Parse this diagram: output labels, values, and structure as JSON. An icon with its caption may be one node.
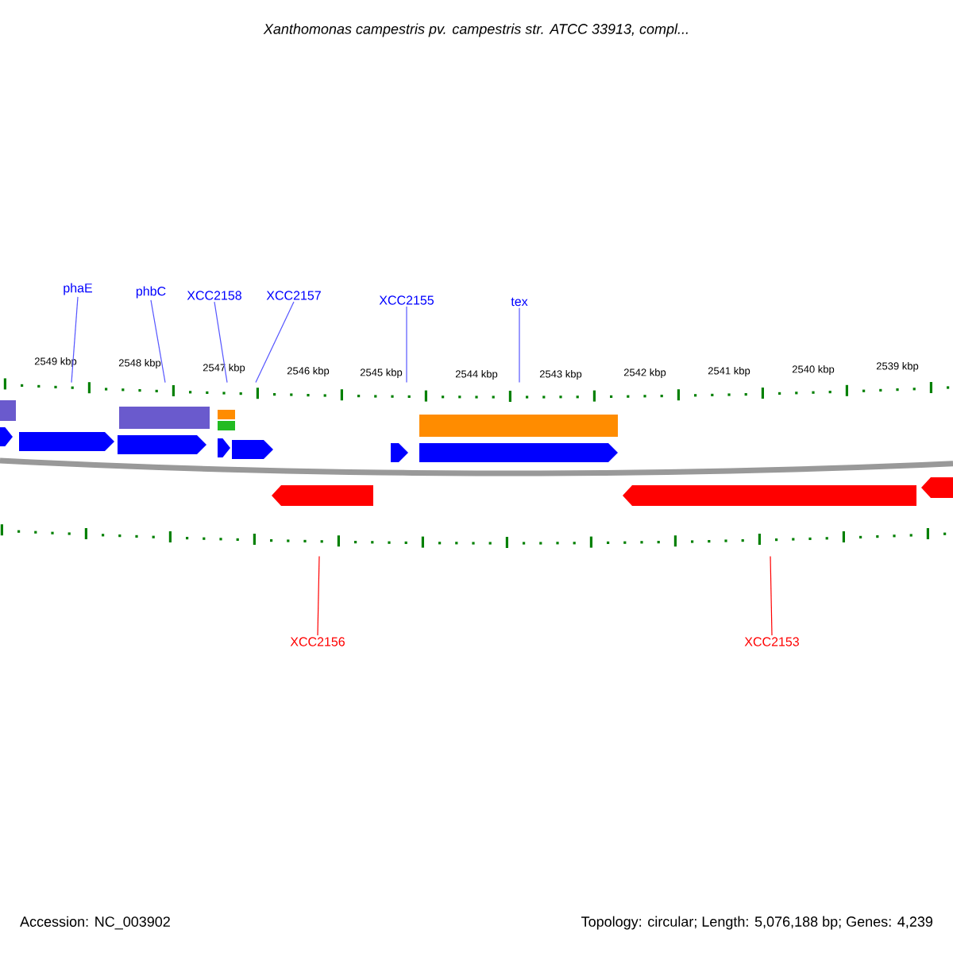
{
  "diagram": {
    "title": "Xanthomonas campestris pv. campestris str. ATCC 33913, compl...",
    "nodes": [
      {
        "text": [
          "phaE"
        ]
      },
      {
        "text": [
          "phbC"
        ]
      },
      {
        "text": [
          "XCC2158"
        ]
      },
      {
        "text": [
          "XCC2157"
        ]
      },
      {
        "text": [
          "XCC2155"
        ]
      },
      {
        "text": [
          "tex"
        ]
      },
      {
        "text": [
          "XCC2156"
        ]
      },
      {
        "text": [
          "XCC2153"
        ]
      },
      {
        "text": [],
        "shape": "ruler",
        "beside": [
          "2549 kbp",
          "2548 kbp",
          "2547 kbp",
          "2546 kbp",
          "2545 kbp",
          "2544 kbp",
          "2543 kbp",
          "2542 kbp",
          "2541 kbp",
          "2540 kbp",
          "2539 kbp"
        ]
      },
      {
        "text": [],
        "shape": "ruler"
      }
    ],
    "edges": [
      {
        "from": 0,
        "to": 8,
        "arrow": "none"
      },
      {
        "from": 1,
        "to": 8,
        "arrow": "none"
      },
      {
        "from": 2,
        "to": 8,
        "arrow": "none"
      },
      {
        "from": 3,
        "to": 8,
        "arrow": "none"
      },
      {
        "from": 4,
        "to": 8,
        "arrow": "none"
      },
      {
        "from": 5,
        "to": 8,
        "arrow": "none"
      },
      {
        "from": 6,
        "to": 9,
        "arrow": "none",
        "color": "#ff0000"
      },
      {
        "from": 7,
        "to": 9,
        "arrow": "none",
        "color": "#ff0000"
      }
    ],
    "labels": [
      "Accession: NC_003902",
      "Topology: circular; Length: 5,076,188 bp; Genes: 4,239"
    ]
  }
}
